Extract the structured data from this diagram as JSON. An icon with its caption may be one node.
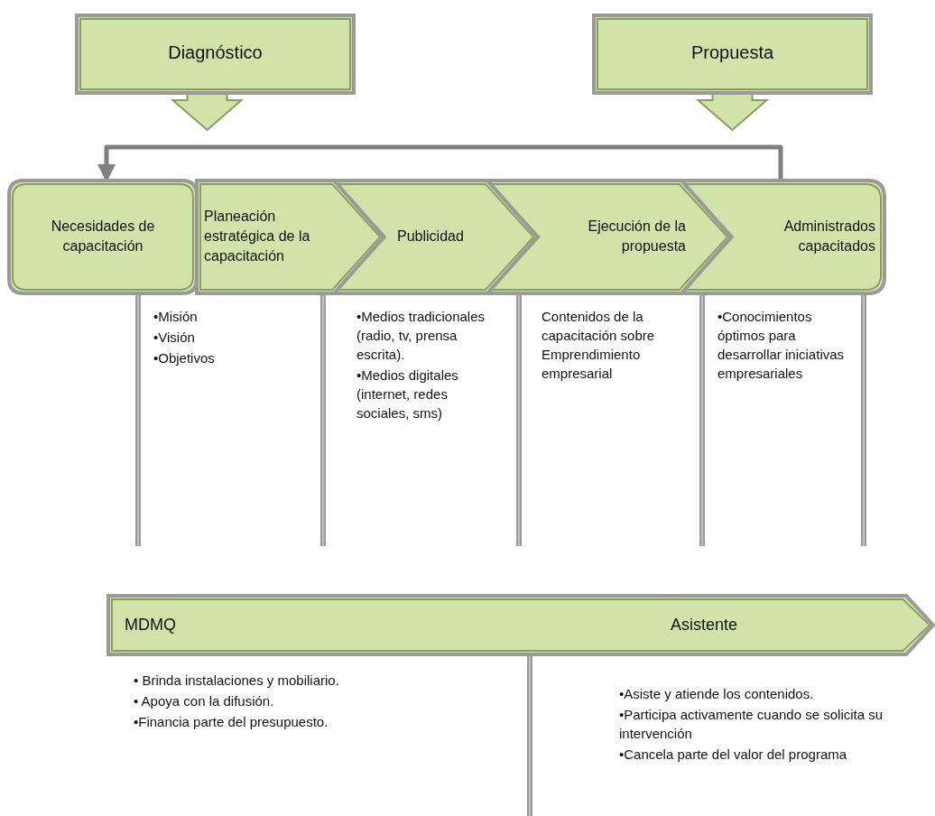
{
  "diagram": {
    "nodes": [
      {
        "text": [
          "Diagnóstico"
        ]
      },
      {
        "text": [
          "Propuesta"
        ]
      },
      {
        "text": [
          "Necesidades de capacitación"
        ]
      },
      {
        "text": [
          "Planeación estratégica de la capacitación"
        ],
        "beside": [
          "•Misión",
          "•Visión",
          "•Objetivos"
        ]
      },
      {
        "text": [
          "Publicidad"
        ],
        "beside": [
          "•Medios tradicionales (radio, tv, prensa escrita).",
          "•Medios digitales (internet, redes sociales, sms)"
        ]
      },
      {
        "text": [
          "Ejecución de la propuesta"
        ],
        "beside": [
          "Contenidos de la capacitación sobre Emprendimiento empresarial"
        ]
      },
      {
        "text": [
          "Administrados capacitados"
        ],
        "beside": [
          "•Conocimientos óptimos para desarrollar iniciativas empresariales"
        ]
      },
      {
        "text": [
          "MDMQ",
          "Asistente"
        ],
        "beside": [
          "• Brinda instalaciones y mobiliario.",
          "• Apoya con la difusión.",
          "•Financia parte del presupuesto.",
          "•Asiste y atiende los contenidos.",
          "•Participa activamente cuando se solicita su intervención",
          "•Cancela parte del valor del programa"
        ]
      }
    ],
    "edges": [
      {
        "from": 0,
        "to": null,
        "arrow": "to",
        "style": "thick"
      },
      {
        "from": 1,
        "to": null,
        "arrow": "to",
        "style": "thick"
      },
      {
        "from": 6,
        "to": 2,
        "arrow": "to",
        "color": "#808080"
      }
    ]
  }
}
